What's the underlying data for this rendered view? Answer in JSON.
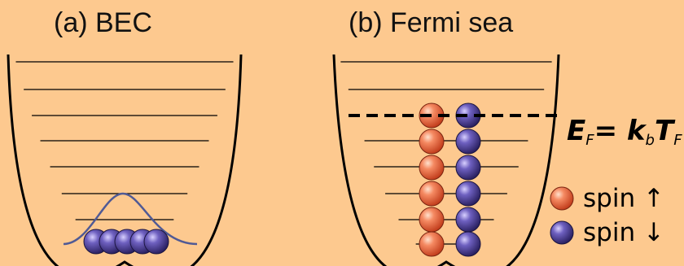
{
  "titles": {
    "bec": "(a) BEC",
    "fermi": "(b) Fermi sea"
  },
  "equation": {
    "lhs_symbol": "E",
    "lhs_sub": "F",
    "equals": "= ",
    "k_symbol": "k",
    "k_sub": "b",
    "t_symbol": "T",
    "t_sub": "F"
  },
  "legend": {
    "spin_up": "spin ↑",
    "spin_down": "spin ↓"
  },
  "colors": {
    "background": "#fdc98f",
    "spin_up": "#f0704a",
    "spin_down": "#5c4fa0",
    "lines": "#000000",
    "bec_envelope": "#5060a0"
  }
}
